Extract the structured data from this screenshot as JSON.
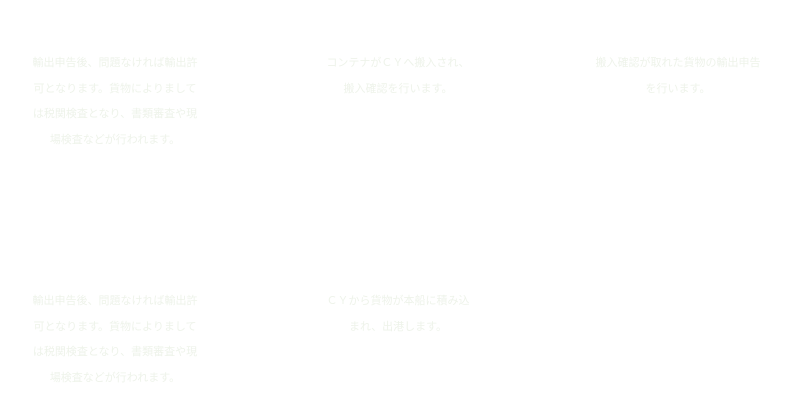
{
  "steps": [
    {
      "title": "",
      "desc_lines": [
        "輸出申告後、問題なければ輸出許",
        "可となります。貨物によりまして",
        "は税関検査となり、書類審査や現",
        "場検査などが行われます。"
      ]
    },
    {
      "title": "",
      "desc_lines": [
        "コンテナがＣＹへ搬入され、",
        "搬入確認を行います。"
      ]
    },
    {
      "title": "",
      "desc_lines": [
        "搬入確認が取れた貨物の輸出申告",
        "を行います。"
      ]
    },
    {
      "title": "",
      "desc_lines": [
        "輸出申告後、問題なければ輸出許",
        "可となります。貨物によりまして",
        "は税関検査となり、書類審査や現",
        "場検査などが行われます。"
      ]
    },
    {
      "title": "",
      "desc_lines": [
        "ＣＹから貨物が本船に積み込",
        "まれ、出港します。"
      ]
    }
  ],
  "colors": {
    "background": "#ffffff",
    "text": "#eef3ea"
  }
}
